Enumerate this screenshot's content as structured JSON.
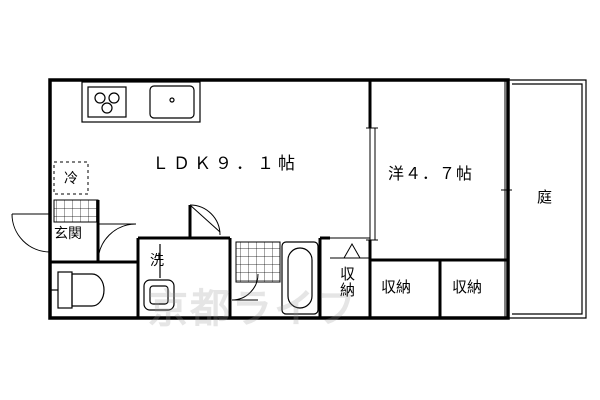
{
  "rooms": {
    "ldk": "ＬＤＫ９．１帖",
    "western": "洋４．７帖",
    "garden": "庭",
    "fridge": "冷",
    "entrance": "玄関",
    "washer": "洗",
    "storage_vertical": "収納",
    "storage_1": "収納",
    "storage_2": "収納"
  },
  "watermark": "京都ライフ"
}
